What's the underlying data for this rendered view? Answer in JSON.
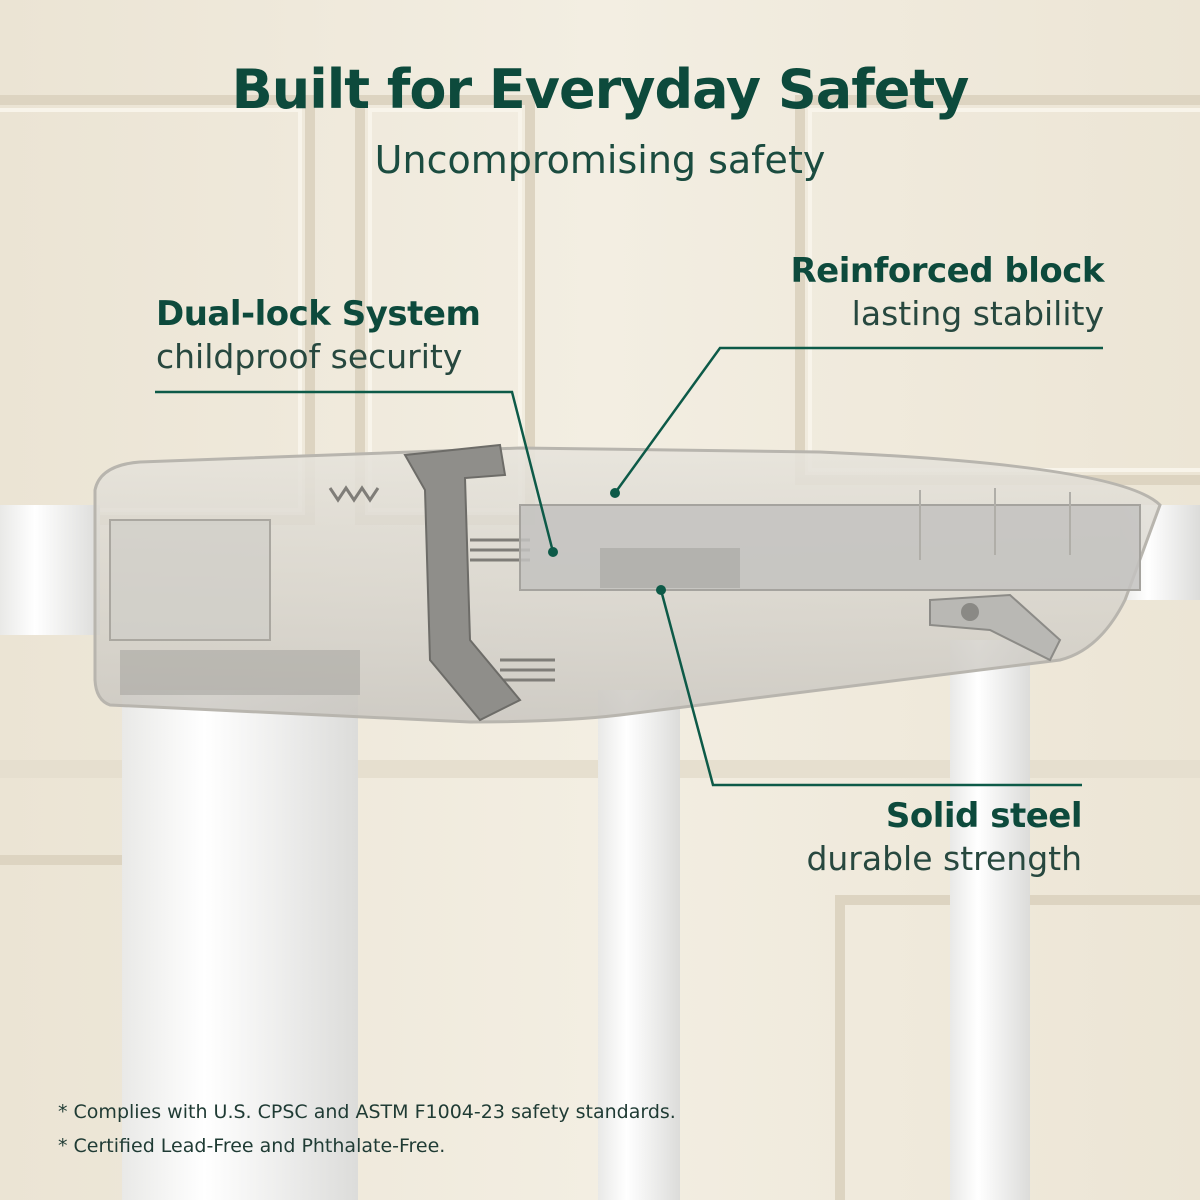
{
  "header": {
    "title": "Built for Everyday Safety",
    "subtitle": "Uncompromising safety"
  },
  "callouts": {
    "dual_lock": {
      "title": "Dual-lock System",
      "subtitle": "childproof security"
    },
    "reinforced_block": {
      "title": "Reinforced block",
      "subtitle": "lasting stability"
    },
    "solid_steel": {
      "title": "Solid steel",
      "subtitle": "durable strength"
    }
  },
  "footnotes": [
    "* Complies with U.S. CPSC and ASTM F1004-23 safety standards.",
    "* Certified Lead-Free and Phthalate-Free."
  ],
  "colors": {
    "accent": "#0d4a3c",
    "background": "#efe9dc",
    "gate_frame": "#ffffff"
  }
}
